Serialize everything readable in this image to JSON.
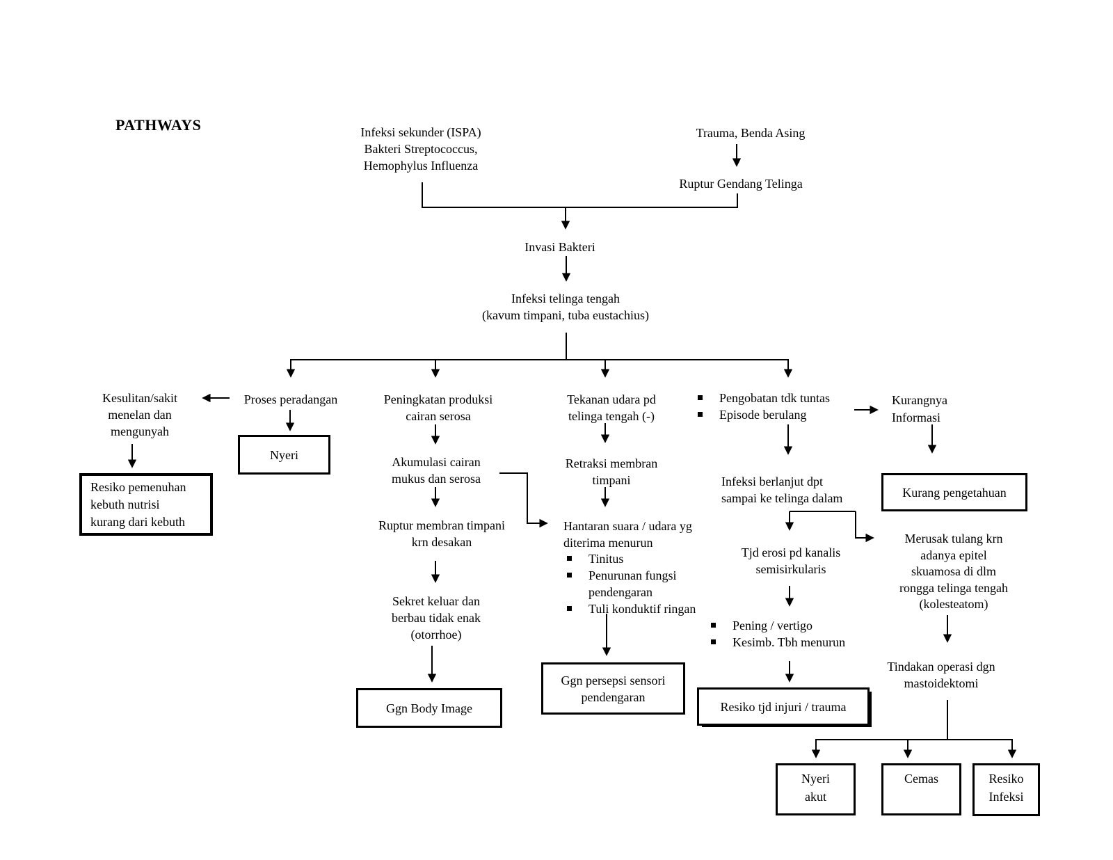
{
  "title": "PATHWAYS",
  "colors": {
    "ink": "#000000",
    "background": "#ffffff"
  },
  "nodes": {
    "infeksi_sekunder": {
      "text": "Infeksi sekunder (ISPA)\nBakteri Streptococcus,\nHemophylus Influenza"
    },
    "trauma": {
      "text": "Trauma, Benda Asing"
    },
    "ruptur_gendang": {
      "text": "Ruptur Gendang Telinga"
    },
    "invasi": {
      "text": "Invasi Bakteri"
    },
    "infeksi_telinga": {
      "text": "Infeksi telinga tengah\n(kavum timpani, tuba eustachius)"
    },
    "kesulitan": {
      "text": "Kesulitan/sakit\nmenelan dan\nmengunyah"
    },
    "proses_peradangan": {
      "text": "Proses peradangan"
    },
    "nyeri": {
      "text": "Nyeri"
    },
    "resiko_nutrisi": {
      "text": "Resiko pemenuhan\nkebuth nutrisi\nkurang dari kebuth"
    },
    "peningkatan": {
      "text": "Peningkatan produksi\ncairan serosa"
    },
    "akumulasi": {
      "text": "Akumulasi cairan\nmukus dan serosa"
    },
    "ruptur_membran": {
      "text": "Ruptur membran timpani\nkrn desakan"
    },
    "sekret": {
      "text": "Sekret keluar dan\nberbau tidak enak\n(otorrhoe)"
    },
    "body_image": {
      "text": "Ggn Body Image"
    },
    "tekanan": {
      "text": "Tekanan udara pd\ntelinga tengah (-)"
    },
    "retraksi": {
      "text": "Retraksi membran\ntimpani"
    },
    "hantaran": {
      "text": "Hantaran suara / udara yg\nditerima menurun"
    },
    "hantaran_bullets": [
      "Tinitus",
      "Penurunan fungsi\npendengaran",
      "Tuli konduktif ringan"
    ],
    "persepsi": {
      "text": "Ggn persepsi sensori\npendengaran"
    },
    "pengobatan_bullets": [
      "Pengobatan tdk tuntas",
      "Episode berulang"
    ],
    "infeksi_berlanjut": {
      "text": "Infeksi berlanjut dpt\nsampai ke telinga dalam"
    },
    "tjd_erosi": {
      "text": "Tjd erosi pd kanalis\nsemisirkularis"
    },
    "pening_bullets": [
      "Pening / vertigo",
      "Kesimb. Tbh menurun"
    ],
    "resiko_injuri": {
      "text": "Resiko tjd injuri / trauma"
    },
    "kurangnya": {
      "text": "Kurangnya\nInformasi"
    },
    "kurang_pengetahuan": {
      "text": "Kurang pengetahuan"
    },
    "merusak": {
      "text": "Merusak tulang krn\nadanya epitel\nskuamosa di dlm\nrongga telinga tengah\n(kolesteatom)"
    },
    "tindakan": {
      "text": "Tindakan operasi dgn\nmastoidektomi"
    },
    "nyeri_akut": {
      "text": "Nyeri\nakut"
    },
    "cemas": {
      "text": "Cemas"
    },
    "resiko_infeksi": {
      "text": "Resiko\nInfeksi"
    }
  }
}
